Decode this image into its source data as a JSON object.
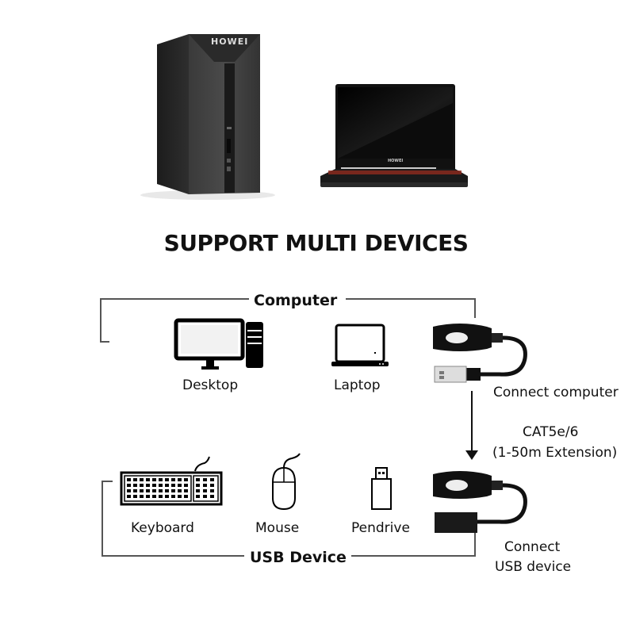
{
  "title": "SUPPORT MULTI DEVICES",
  "products": {
    "desktop_brand": "HOWEI",
    "laptop_brand": "HOWEI"
  },
  "computer_group": {
    "header": "Computer",
    "items": [
      {
        "label": "Desktop",
        "icon": "desktop-icon"
      },
      {
        "label": "Laptop",
        "icon": "laptop-icon"
      }
    ],
    "adapter_label": "Connect computer"
  },
  "cable": {
    "line1": "CAT5e/6",
    "line2": "(1-50m Extension)"
  },
  "usb_group": {
    "header": "USB Device",
    "items": [
      {
        "label": "Keyboard",
        "icon": "keyboard-icon"
      },
      {
        "label": "Mouse",
        "icon": "mouse-icon"
      },
      {
        "label": "Pendrive",
        "icon": "pendrive-icon"
      }
    ],
    "adapter_label_line1": "Connect",
    "adapter_label_line2": "USB device"
  },
  "colors": {
    "line": "#555555",
    "text": "#111111",
    "product_dark": "#2a2a2a",
    "keyboard_backlight": "#8a2a1e"
  }
}
